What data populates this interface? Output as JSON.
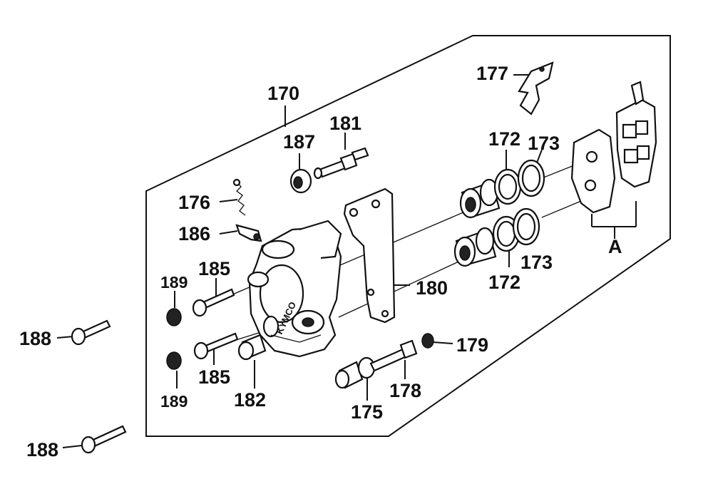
{
  "diagram": {
    "callouts": {
      "c170": "170",
      "c177": "177",
      "c181": "181",
      "c187": "187",
      "c172a": "172",
      "c173a": "173",
      "c176": "176",
      "c186": "186",
      "c185a": "185",
      "c189a": "189",
      "c188a": "188",
      "c180": "180",
      "c173b": "173",
      "c172b": "172",
      "cA": "A",
      "c179": "179",
      "c185b": "185",
      "c178": "178",
      "c189b": "189",
      "c182": "182",
      "c175": "175",
      "c188b": "188"
    },
    "caliper_marking": "KYMCO"
  }
}
